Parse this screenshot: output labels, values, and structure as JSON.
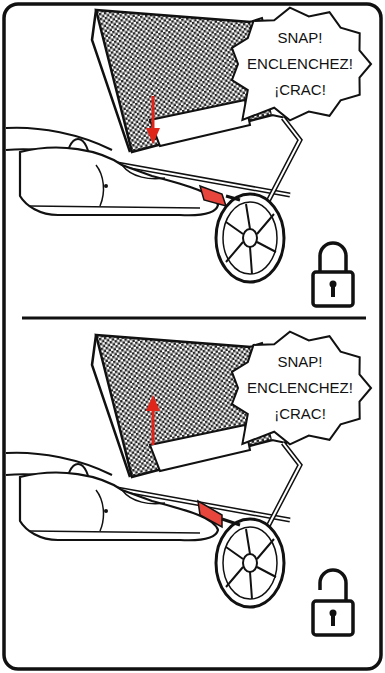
{
  "diagram": {
    "nodes": [
      {
        "text": [
          "SNAP!",
          "ENCLENCHEZ!",
          "¡CRAC!"
        ]
      },
      {
        "text": [
          "SNAP!",
          "ENCLENCHEZ!",
          "¡CRAC!"
        ]
      }
    ]
  }
}
